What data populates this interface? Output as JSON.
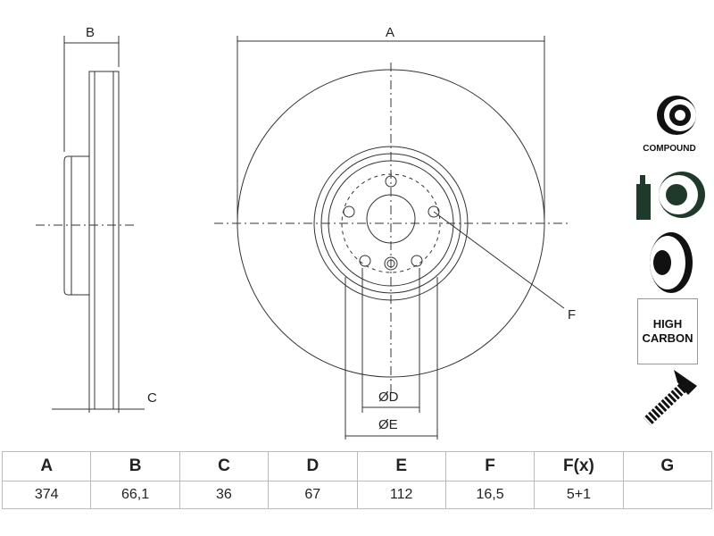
{
  "dimension_labels": {
    "a": "A",
    "b": "B",
    "c": "C",
    "d": "ØD",
    "e": "ØE",
    "f": "F"
  },
  "icons": {
    "compound_label": "COMPOUND",
    "high_carbon_line1": "HIGH",
    "high_carbon_line2": "CARBON"
  },
  "table": {
    "headers": [
      "A",
      "B",
      "C",
      "D",
      "E",
      "F",
      "F(x)",
      "G"
    ],
    "values": [
      "374",
      "66,1",
      "36",
      "67",
      "112",
      "16,5",
      "5+1",
      ""
    ]
  }
}
